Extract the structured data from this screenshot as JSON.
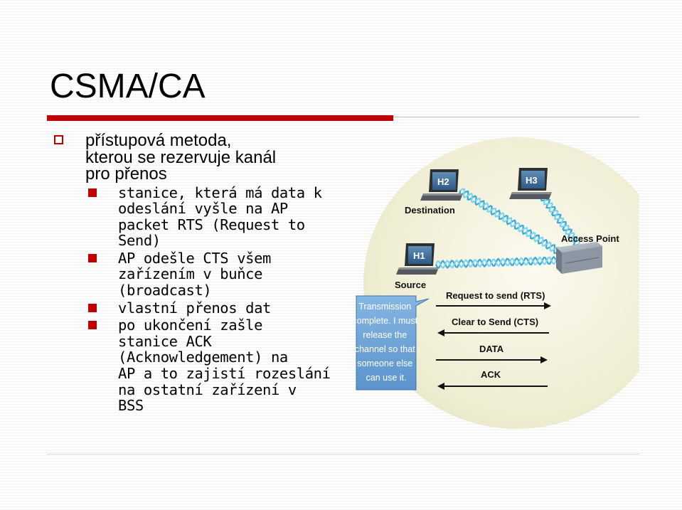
{
  "title": "CSMA/CA",
  "main_point": {
    "lines": [
      "přístupová metoda,",
      "kterou se rezervuje kanál",
      "pro přenos"
    ]
  },
  "sub_points": [
    {
      "lines": [
        "stanice, která má data k",
        "odeslání vyšle na AP",
        "packet RTS (Request to",
        "Send)"
      ]
    },
    {
      "lines": [
        "AP odešle CTS všem",
        "zařízením v buňce",
        "(broadcast)"
      ]
    },
    {
      "lines": [
        "vlastní přenos dat"
      ]
    },
    {
      "lines": [
        "po ukončení zašle",
        "stanice ACK",
        "(Acknowledgement) na",
        "AP a to zajistí rozeslání",
        "na ostatní zařízení v",
        "BSS"
      ]
    }
  ],
  "diagram": {
    "h2": "H2",
    "h3": "H3",
    "h1": "H1",
    "destination": "Destination",
    "source": "Source",
    "access_point": "Access Point",
    "rts": "Request to send (RTS)",
    "cts": "Clear to Send (CTS)",
    "data": "DATA",
    "ack": "ACK",
    "callout": [
      "Transmission",
      "complete. I must",
      "release the",
      "channel so that",
      "someone else",
      "can use it."
    ]
  },
  "colors": {
    "accent": "#c00000",
    "callout_bg": "#6aa1d4",
    "diagram_bg": "#f2f0dc"
  }
}
